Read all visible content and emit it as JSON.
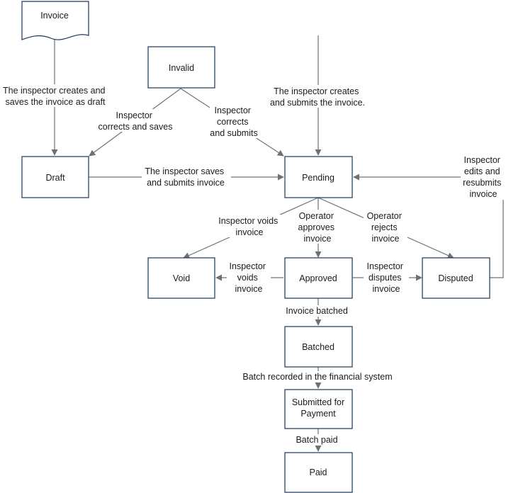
{
  "states": {
    "invoice": "Invoice",
    "invalid": "Invalid",
    "draft": "Draft",
    "pending": "Pending",
    "void": "Void",
    "approved": "Approved",
    "disputed": "Disputed",
    "batched": "Batched",
    "submitted_line1": "Submitted for",
    "submitted_line2": "Payment",
    "paid": "Paid"
  },
  "transitions": {
    "invoice_to_draft": [
      "The inspector creates and",
      "saves the invoice as draft"
    ],
    "invalid_to_draft": [
      "Inspector",
      "corrects and saves"
    ],
    "invalid_to_pending": [
      "Inspector",
      "corrects",
      "and submits"
    ],
    "create_submit": [
      "The inspector creates",
      "and submits the invoice."
    ],
    "draft_to_pending": [
      "The inspector saves",
      "and submits invoice"
    ],
    "disputed_to_pending": [
      "Inspector",
      "edits and",
      "resubmits",
      "invoice"
    ],
    "pending_to_void": [
      "Inspector voids",
      "invoice"
    ],
    "pending_to_approved": [
      "Operator",
      "approves",
      "invoice"
    ],
    "pending_to_disputed": [
      "Operator",
      "rejects",
      "invoice"
    ],
    "approved_to_void": [
      "Inspector",
      "voids",
      "invoice"
    ],
    "approved_to_disputed": [
      "Inspector",
      "disputes",
      "invoice"
    ],
    "approved_to_batched": [
      "Invoice batched"
    ],
    "batched_to_submitted": [
      "Batch recorded in the financial system"
    ],
    "submitted_to_paid": [
      "Batch paid"
    ]
  }
}
